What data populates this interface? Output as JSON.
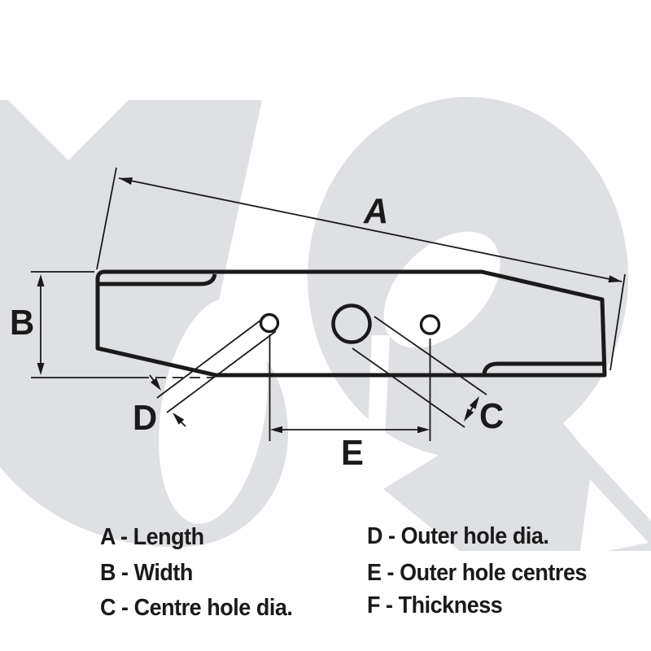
{
  "colors": {
    "line": "#1a1a1a",
    "watermark": "#dfe0e3",
    "background": "#ffffff"
  },
  "labels": {
    "A": "A",
    "B": "B",
    "C": "C",
    "D": "D",
    "E": "E"
  },
  "legend": {
    "left": [
      "A - Length",
      "B - Width",
      "C - Centre hole dia."
    ],
    "right": [
      "D - Outer hole dia.",
      "E - Outer hole centres",
      "F - Thickness"
    ]
  }
}
